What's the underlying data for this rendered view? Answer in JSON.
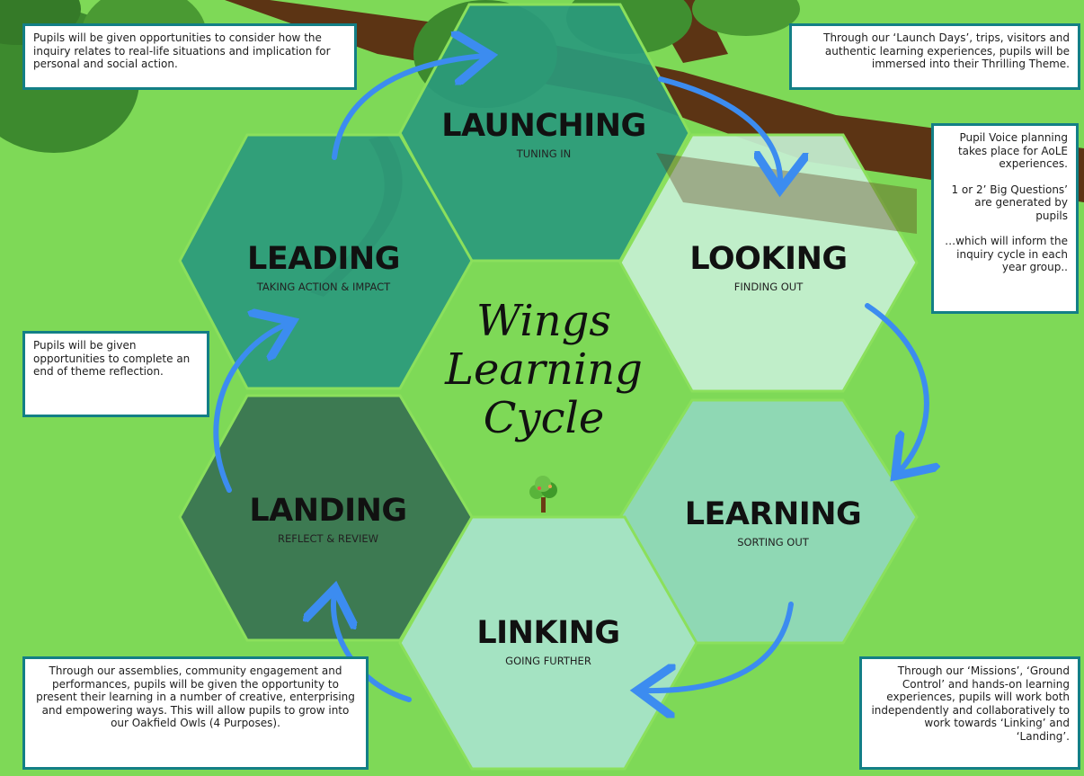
{
  "center": {
    "title_lines": [
      "Wings",
      "Learning",
      "Cycle"
    ],
    "icon": "tree-icon"
  },
  "stages": [
    {
      "id": "launching",
      "title": "LAUNCHING",
      "subtitle": "TUNING IN",
      "color": "#2a9a7c"
    },
    {
      "id": "looking",
      "title": "LOOKING",
      "subtitle": "FINDING OUT",
      "color": "#c5f0d3"
    },
    {
      "id": "learning",
      "title": "LEARNING",
      "subtitle": "SORTING OUT",
      "color": "#8fd8b4"
    },
    {
      "id": "linking",
      "title": "LINKING",
      "subtitle": "GOING FURTHER",
      "color": "#a4e3c2"
    },
    {
      "id": "landing",
      "title": "LANDING",
      "subtitle": "REFLECT & REVIEW",
      "color": "#3d7a52"
    },
    {
      "id": "leading",
      "title": "LEADING",
      "subtitle": "TAKING ACTION & IMPACT",
      "color": "#2a9a7c"
    }
  ],
  "notes": {
    "top_left": "Pupils will be given opportunities to consider how the inquiry relates to real-life situations and implication for personal and social action.",
    "top_right": "Through our ‘Launch Days’, trips, visitors and authentic learning experiences, pupils will be immersed into their Thrilling Theme.",
    "right_1": "Pupil Voice planning takes place for AoLE experiences.",
    "right_2": "1 or 2’ Big Questions’ are generated by pupils",
    "right_3": "…which will inform the inquiry cycle in each year group..",
    "left_mid": "Pupils will be given opportunities to complete an end of theme reflection.",
    "bottom_left": "Through our assemblies, community engagement and performances, pupils will be given the opportunity to present their learning in a number of creative, enterprising and empowering ways. This will allow pupils to grow into our Oakfield Owls (4 Purposes).",
    "bottom_right": "Through our ‘Missions’, ‘Ground Control’ and hands-on learning experiences, pupils will work both independently and collaboratively to work towards ‘Linking’ and ‘Landing’."
  },
  "colors": {
    "background": "#7ed957",
    "hex_outline": "#8be05c",
    "arrow": "#3c8cf0",
    "branch": "#5c3414",
    "note_border": "#137f86"
  }
}
